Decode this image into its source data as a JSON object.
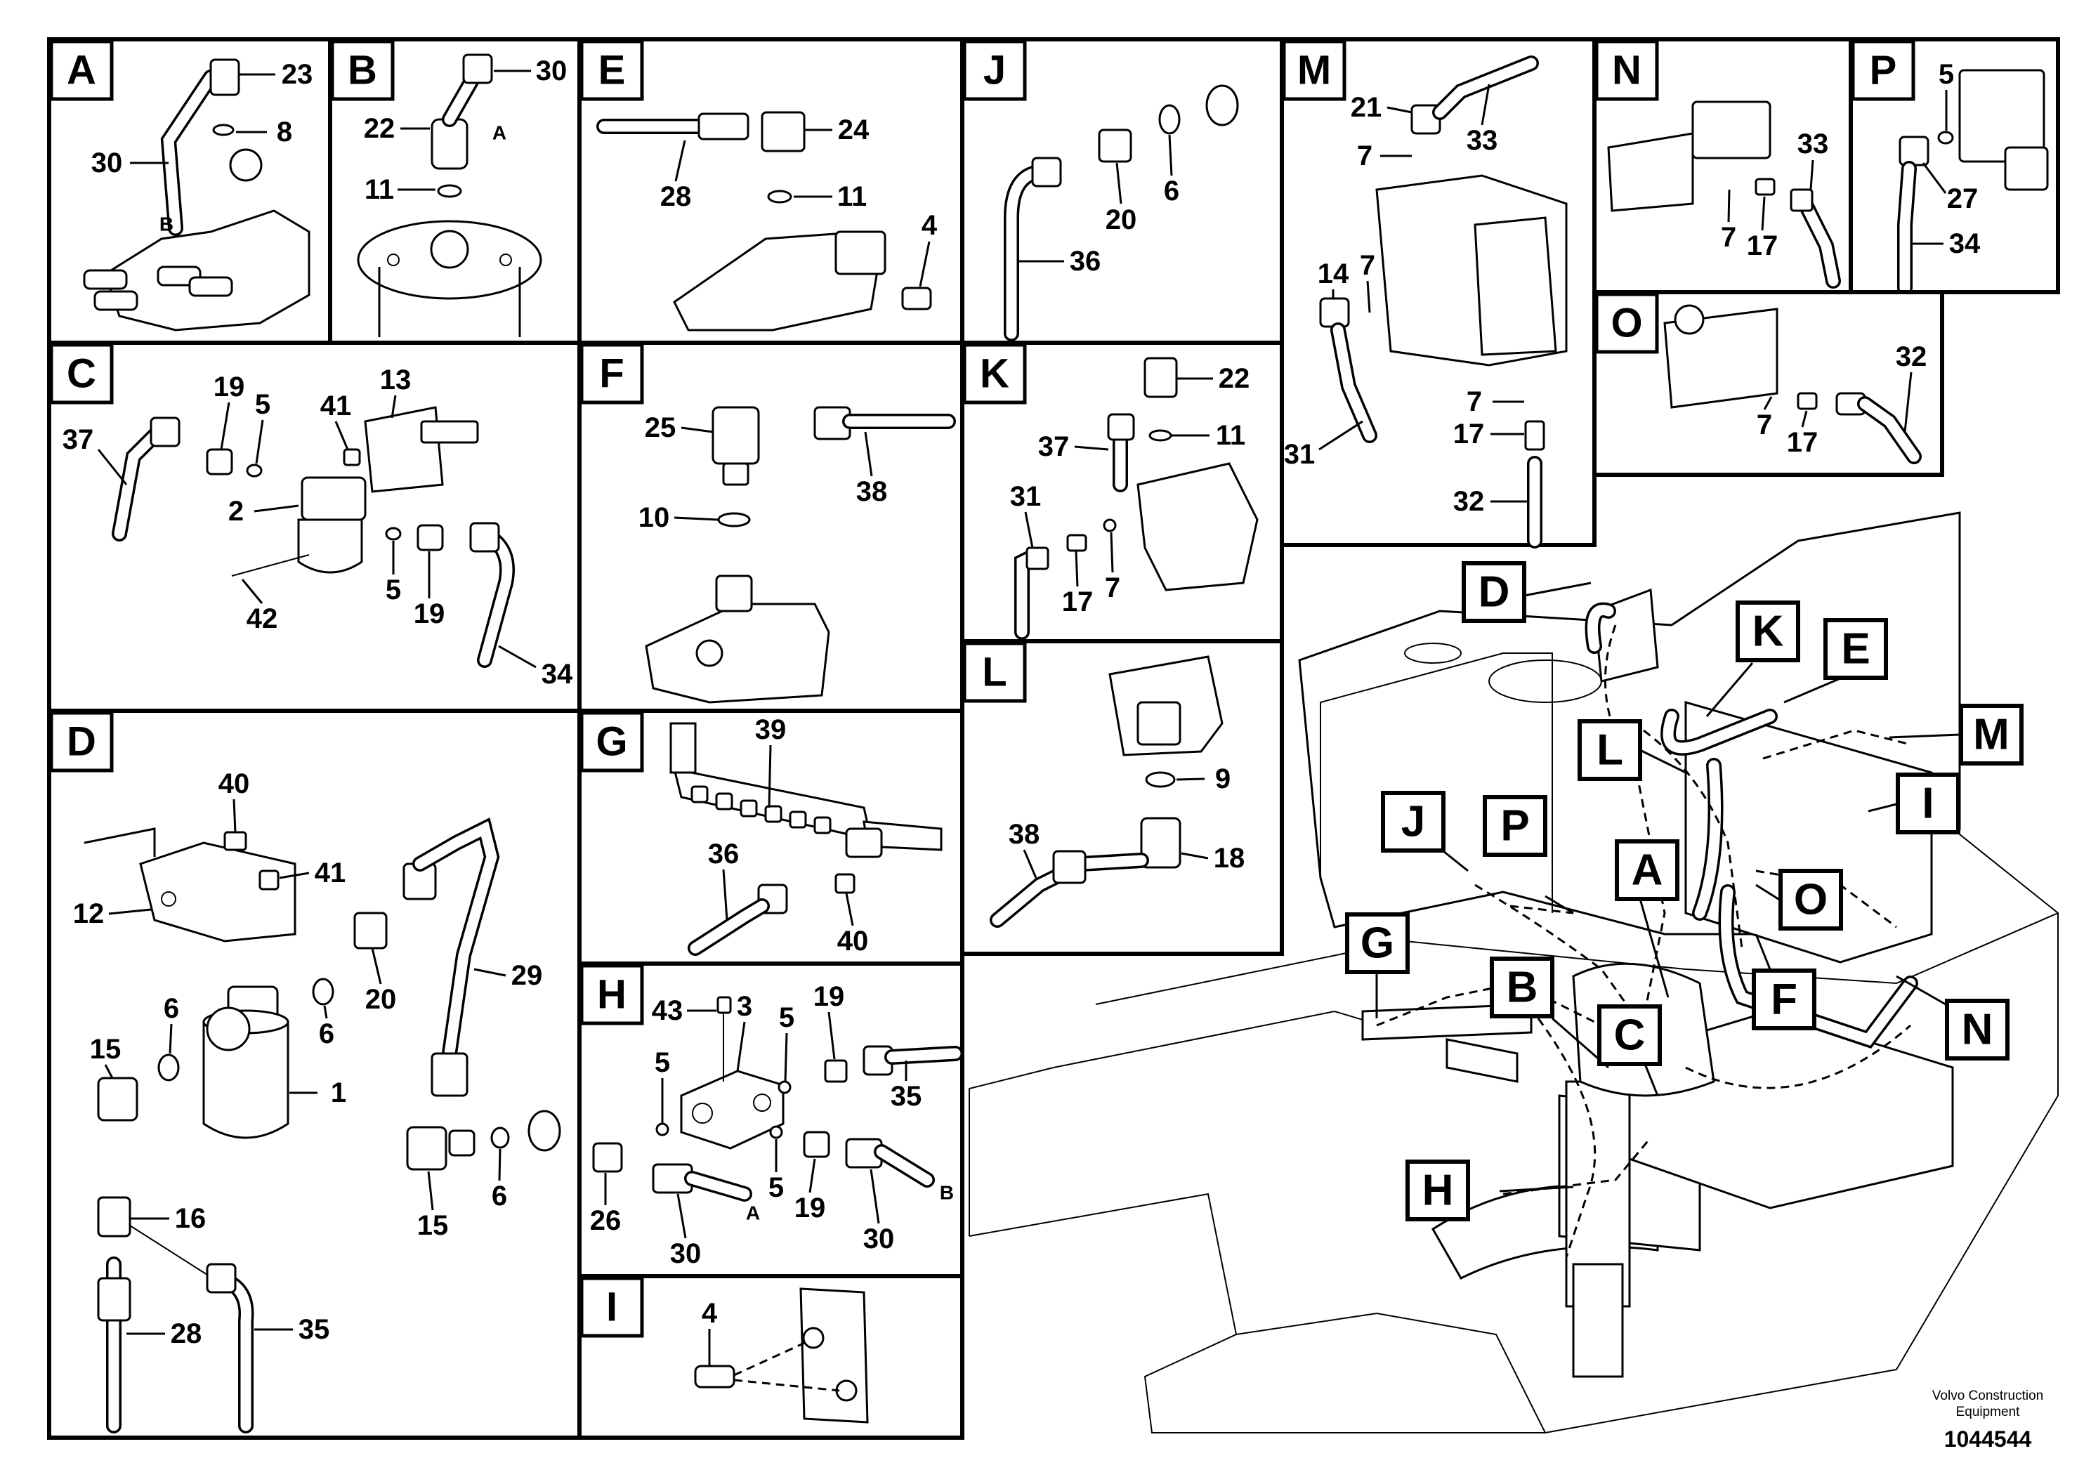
{
  "panels": [
    {
      "id": "A",
      "callouts": [
        "23",
        "8",
        "30"
      ],
      "letters": [
        "B"
      ]
    },
    {
      "id": "B",
      "callouts": [
        "30",
        "22",
        "11"
      ],
      "letters": [
        "A"
      ]
    },
    {
      "id": "E",
      "callouts": [
        "24",
        "28",
        "11",
        "4"
      ]
    },
    {
      "id": "J",
      "callouts": [
        "20",
        "6",
        "36"
      ]
    },
    {
      "id": "M",
      "callouts": [
        "21",
        "33",
        "7",
        "14",
        "7",
        "7",
        "17",
        "31",
        "32"
      ]
    },
    {
      "id": "N",
      "callouts": [
        "33",
        "7",
        "17"
      ]
    },
    {
      "id": "P",
      "callouts": [
        "5",
        "27",
        "34"
      ]
    },
    {
      "id": "O",
      "callouts": [
        "32",
        "7",
        "17"
      ]
    },
    {
      "id": "C",
      "callouts": [
        "19",
        "5",
        "41",
        "13",
        "37",
        "2",
        "5",
        "19",
        "42",
        "34"
      ]
    },
    {
      "id": "F",
      "callouts": [
        "25",
        "38",
        "10"
      ]
    },
    {
      "id": "K",
      "callouts": [
        "22",
        "37",
        "11",
        "31",
        "17",
        "7"
      ]
    },
    {
      "id": "L",
      "callouts": [
        "9",
        "38",
        "18"
      ]
    },
    {
      "id": "D",
      "callouts": [
        "40",
        "41",
        "12",
        "20",
        "29",
        "6",
        "15",
        "6",
        "1",
        "15",
        "6",
        "16",
        "28",
        "35"
      ]
    },
    {
      "id": "G",
      "callouts": [
        "39",
        "36",
        "40"
      ]
    },
    {
      "id": "H",
      "callouts": [
        "43",
        "3",
        "5",
        "19",
        "5",
        "35",
        "26",
        "5",
        "19",
        "30",
        "30"
      ],
      "letters": [
        "A",
        "B"
      ]
    },
    {
      "id": "I",
      "callouts": [
        "4"
      ]
    }
  ],
  "overview_markers": [
    "D",
    "K",
    "E",
    "M",
    "L",
    "I",
    "J",
    "P",
    "A",
    "O",
    "G",
    "B",
    "F",
    "C",
    "N",
    "H"
  ],
  "footer": {
    "brand_line1": "Volvo Construction",
    "brand_line2": "Equipment",
    "doc_number": "1044544"
  }
}
